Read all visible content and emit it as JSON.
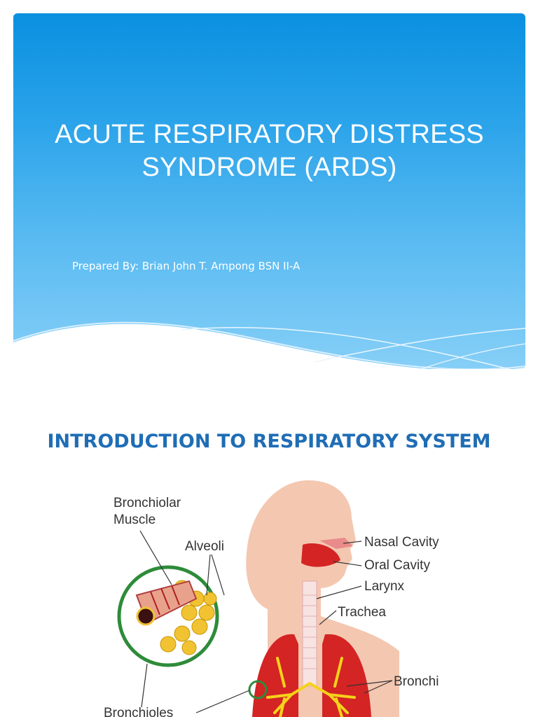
{
  "slide1": {
    "title": "ACUTE RESPIRATORY DISTRESS\nSYNDROME (ARDS)",
    "subtitle": "Prepared By: Brian John T. Ampong BSN II-A"
  },
  "slide2": {
    "title": "INTRODUCTION TO RESPIRATORY SYSTEM",
    "diagram": {
      "labels": {
        "bronchiolar_1": "Bronchiolar",
        "bronchiolar_2": "Muscle",
        "alveoli": "Alveoli",
        "nasal": "Nasal Cavity",
        "oral": "Oral Cavity",
        "larynx": "Larynx",
        "trachea": "Trachea",
        "bronchi": "Bronchi",
        "bronchioles": "Bronchioles"
      }
    }
  },
  "colors": {
    "slide_blue_top": "#0a90e0",
    "slide_blue_bottom": "#86cff7",
    "intro_title": "#1f6db5",
    "skin": "#f4c7b0",
    "lung_red": "#d42424",
    "bronchi_yellow": "#f5d21a",
    "circle_green": "#2e8b3a"
  }
}
